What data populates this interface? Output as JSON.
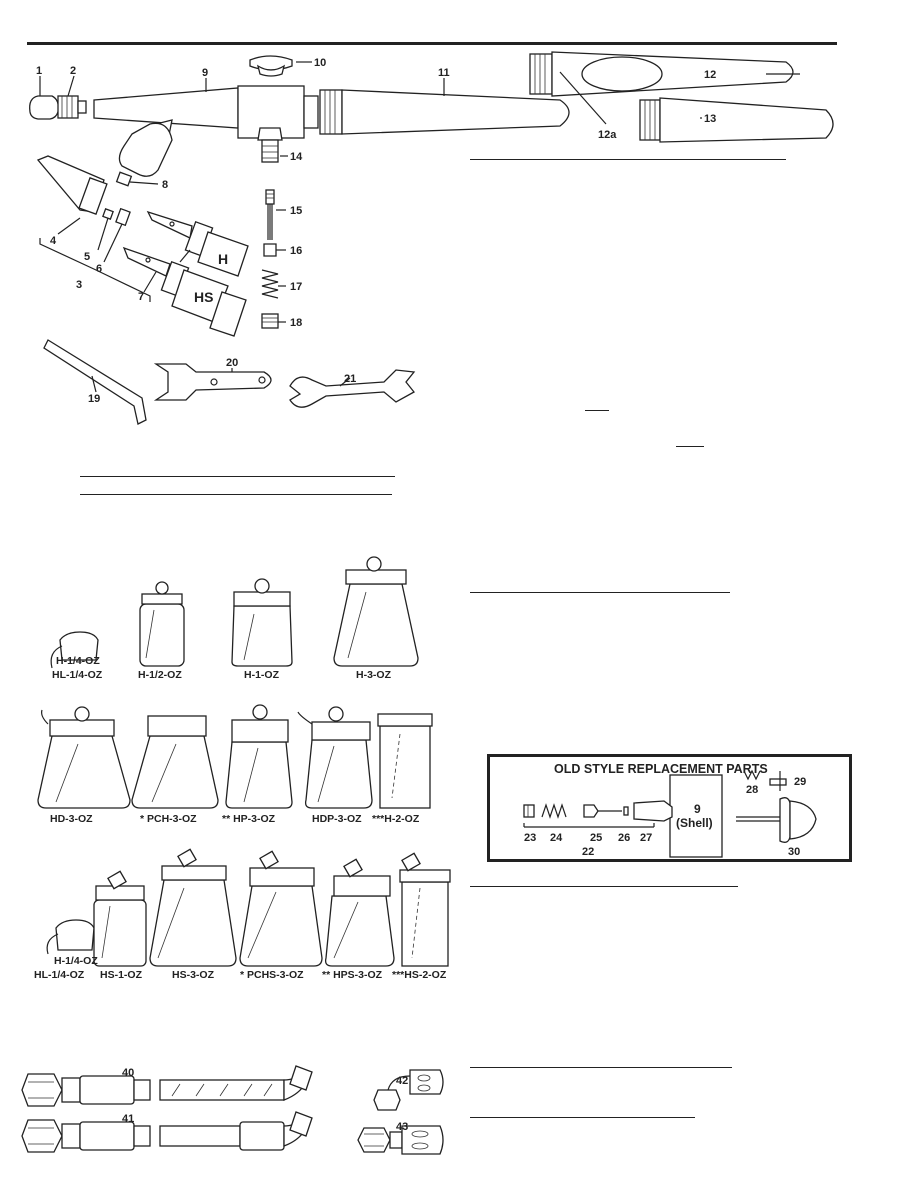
{
  "main_diagram": {
    "callouts": [
      "1",
      "2",
      "9",
      "10",
      "11",
      "12",
      "12a",
      "13",
      "14",
      "8",
      "4",
      "5",
      "6",
      "3",
      "7",
      "15",
      "16",
      "17",
      "18",
      "19",
      "20",
      "21"
    ],
    "tip_labels": {
      "h": "H",
      "hs": "HS"
    }
  },
  "color_bottles": {
    "row1": [
      "H-1/4-OZ",
      "HL-1/4-OZ",
      "H-1/2-OZ",
      "H-1-OZ",
      "H-3-OZ"
    ],
    "row2": [
      "HD-3-OZ",
      "*  PCH-3-OZ",
      "** HP-3-OZ",
      "HDP-3-OZ",
      "***H-2-OZ"
    ],
    "row3": [
      "H-1/4-OZ",
      "HL-1/4-OZ",
      "HS-1-OZ",
      "HS-3-OZ",
      "*  PCHS-3-OZ",
      "** HPS-3-OZ",
      "***HS-2-OZ"
    ]
  },
  "old_style": {
    "title": "OLD STYLE REPLACEMENT PARTS",
    "shell_number": "9",
    "shell_label": "(Shell)",
    "callouts": [
      "28",
      "29",
      "23",
      "24",
      "25",
      "26",
      "27",
      "22",
      "30"
    ]
  },
  "hoses": {
    "callouts": [
      "40",
      "41",
      "42",
      "43"
    ]
  }
}
